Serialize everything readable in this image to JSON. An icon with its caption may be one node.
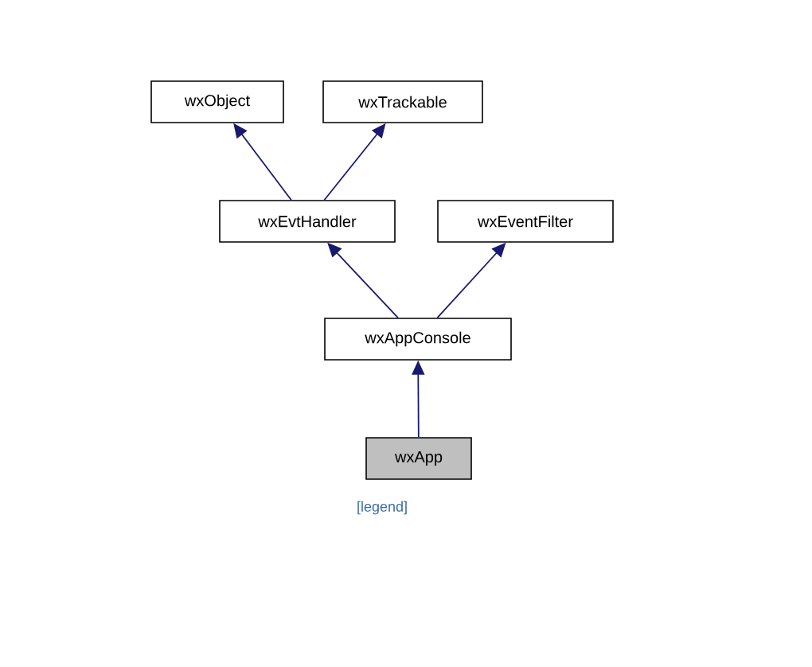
{
  "diagram": {
    "nodes": [
      {
        "text": [
          "wxObject"
        ]
      },
      {
        "text": [
          "wxTrackable"
        ]
      },
      {
        "text": [
          "wxEvtHandler"
        ]
      },
      {
        "text": [
          "wxEventFilter"
        ]
      },
      {
        "text": [
          "wxAppConsole"
        ]
      },
      {
        "text": [
          "wxApp"
        ]
      }
    ],
    "edges": [
      {
        "from": 2,
        "to": 0,
        "arrow": "to"
      },
      {
        "from": 2,
        "to": 1,
        "arrow": "to"
      },
      {
        "from": 4,
        "to": 2,
        "arrow": "to"
      },
      {
        "from": 4,
        "to": 3,
        "arrow": "to"
      },
      {
        "from": 5,
        "to": 4,
        "arrow": "to"
      }
    ],
    "labels": [
      "[legend]"
    ]
  }
}
